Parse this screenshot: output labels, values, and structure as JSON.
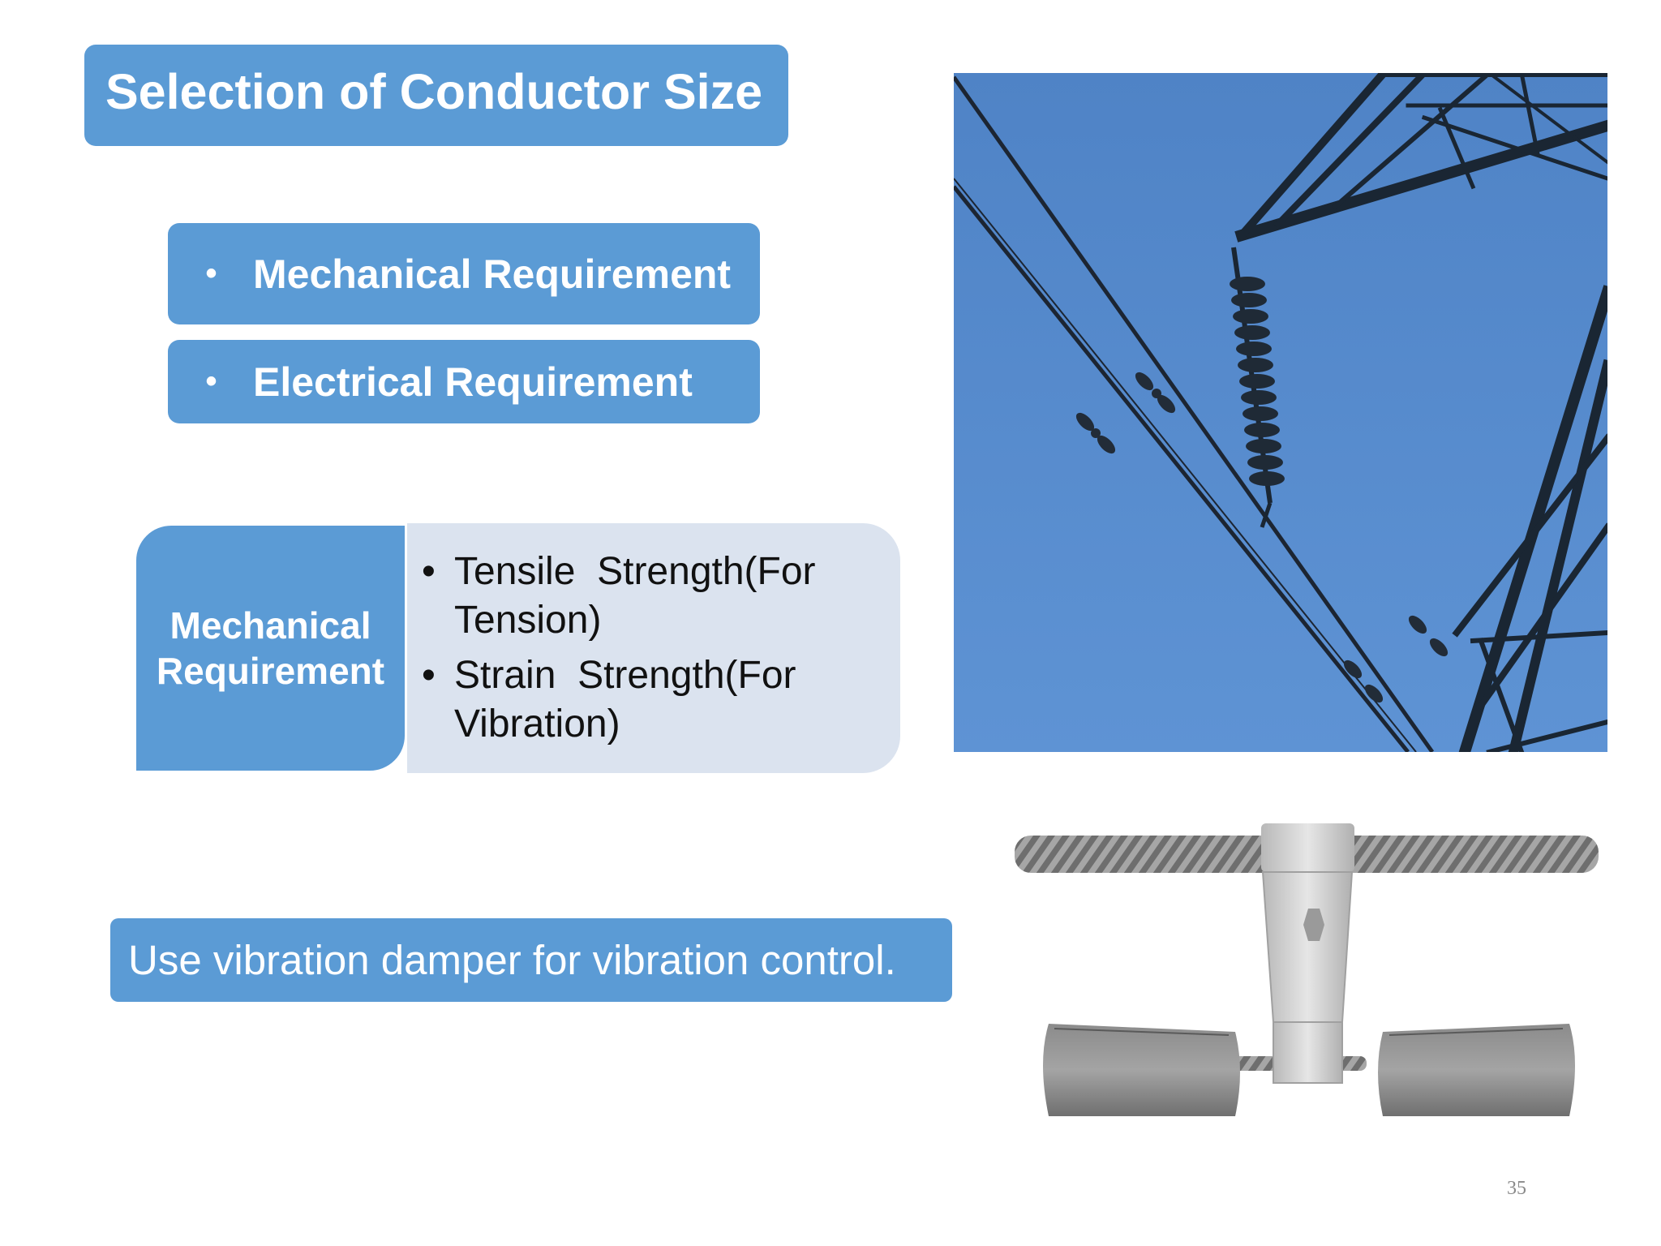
{
  "slide": {
    "title": "Selection of Conductor Size",
    "requirements": [
      {
        "bullet": "•",
        "label": "Mechanical Requirement"
      },
      {
        "bullet": "•",
        "label": "Electrical Requirement"
      }
    ],
    "mechanical_card": {
      "heading": "Mechanical Requirement",
      "items": [
        {
          "bullet": "•",
          "text": "Tensile  Strength(For Tension)"
        },
        {
          "bullet": "•",
          "text": "Strain  Strength(For Vibration)"
        }
      ]
    },
    "note": "Use vibration damper for vibration control.",
    "page_number": "35"
  },
  "images": {
    "tower": {
      "icon": "transmission-tower-photo",
      "sky_color": "#5a8ecf"
    },
    "damper": {
      "icon": "vibration-damper-photo",
      "metal_color": "#8e8e8e"
    }
  },
  "colors": {
    "accent": "#5b9bd5",
    "card_bg": "#dbe3ef"
  }
}
